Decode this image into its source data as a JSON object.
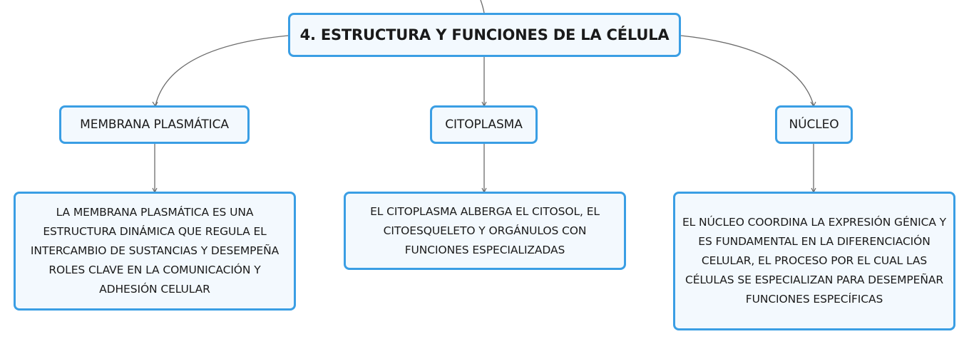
{
  "central_topic": {
    "label": "4. ESTRUCTURA Y FUNCIONES DE LA CÉLULA"
  },
  "topics": [
    {
      "label": "MEMBRANA PLASMÁTICA",
      "detail": "LA MEMBRANA PLASMÁTICA ES UNA ESTRUCTURA DINÁMICA QUE REGULA EL INTERCAMBIO DE SUSTANCIAS Y DESEMPEÑA ROLES CLAVE EN LA COMUNICACIÓN Y ADHESIÓN CELULAR"
    },
    {
      "label": "CITOPLASMA",
      "detail": "EL CITOPLASMA ALBERGA EL CITOSOL, EL CITOESQUELETO Y ORGÁNULOS CON FUNCIONES ESPECIALIZADAS"
    },
    {
      "label": "NÚCLEO",
      "detail": "EL NÚCLEO COORDINA LA EXPRESIÓN GÉNICA Y ES FUNDAMENTAL EN LA DIFERENCIACIÓN CELULAR, EL PROCESO POR EL CUAL LAS CÉLULAS SE ESPECIALIZAN PARA DESEMPEÑAR FUNCIONES ESPECÍFICAS"
    }
  ],
  "colors": {
    "node_border": "#3a9ee4",
    "node_fill": "#f3f9fe",
    "connector": "#6b6b6b"
  }
}
